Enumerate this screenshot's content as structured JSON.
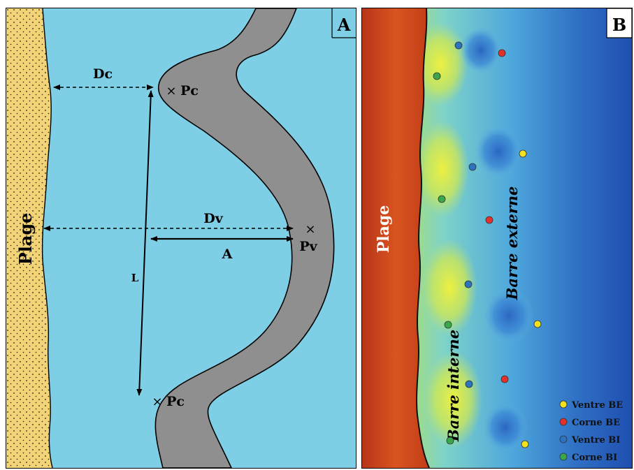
{
  "panel_a": {
    "label": "A",
    "beach_label": "Plage",
    "dc_label": "Dc",
    "dv_label": "Dv",
    "a_label": "A",
    "l_label": "L",
    "pc_top_label": "Pc",
    "pc_bottom_label": "Pc",
    "pv_label": "Pv",
    "cross_symbol": "×",
    "colors": {
      "water": "#7ecfe6",
      "sand": "#f2d476",
      "bar": "#8f8f8f",
      "ink": "#000000"
    }
  },
  "panel_b": {
    "label": "B",
    "beach_label": "Plage",
    "outer_bar_label": "Barre externe",
    "inner_bar_label": "Barre interne",
    "legend": [
      {
        "label": "Ventre BE",
        "color": "#f2e21c"
      },
      {
        "label": "Corne BE",
        "color": "#e5302a"
      },
      {
        "label": "Ventre BI",
        "color": "#2b73bf"
      },
      {
        "label": "Corne BI",
        "color": "#3aa84a"
      }
    ],
    "colors": {
      "beach": "#c9401c",
      "deep_water": "#1f4fb0",
      "shallow": "#e9ee3a"
    }
  }
}
